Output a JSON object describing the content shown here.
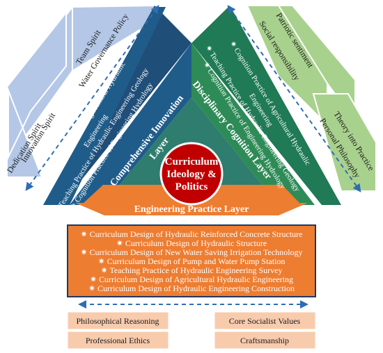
{
  "center": {
    "line1": "Curriculum",
    "line2": "Ideology &",
    "line3": "Politics"
  },
  "layers": {
    "comprehensive": {
      "line1": "Comprehensive Innovation",
      "line2": "Layer"
    },
    "disciplinary": {
      "title": "Disciplinary Cognition Layer"
    },
    "engineering": {
      "title": "Engineering Practice Layer"
    }
  },
  "left_practices": [
    "✷ Cognition Practice of Agricultural Hydraulic",
    "Engineering",
    "✷ Teaching Practice of Hydraulic Engineering Geology",
    "✷ Cognition Practice of Engineering Hydrology"
  ],
  "right_practices": [
    "✷ Cognition Practice of Agricultural Hydraulic",
    "Engineering",
    "✷ Teaching Practice of Hydraulic Engineering Geology",
    "✷ Cognition Practice of Engineering Hydrology"
  ],
  "left_spirits": [
    "Dedication Spirit",
    "Innovation Spirit",
    "Team Spirit",
    "Water Governance Policy"
  ],
  "right_values": [
    "Patriotic sentiment",
    "Social responsibility",
    "Theory into Practice",
    "Personal Philosophy"
  ],
  "courses": [
    "✷ Curriculum Design of Hydraulic Reinforced Concrete Structure",
    "✷ Curriculum Design of Hydraulic Structure",
    "✷ Curriculum Design of New Water Saving Irrigation Technology",
    "✷ Curriculum Design of Pump and Water Pump Station",
    "✷ Teaching Practice of Hydraulic Engineering Survey",
    "✷ Curriculum Design of Agricultural Hydraulic Engineering",
    "✷ Curriculum Design of Hydraulic Engineering Construction"
  ],
  "bottom_values": [
    "Philosophical Reasoning",
    "Professional Ethics",
    "Core Socialist Values",
    "Craftsmanship"
  ],
  "colors": {
    "blue_dark": "#1f5c8a",
    "green_dark": "#2e8b57",
    "orange": "#ed7d31",
    "red": "#c00000",
    "light_blue": "#b4c7e7",
    "light_green": "#a9d18e",
    "peach": "#f8cbad"
  }
}
